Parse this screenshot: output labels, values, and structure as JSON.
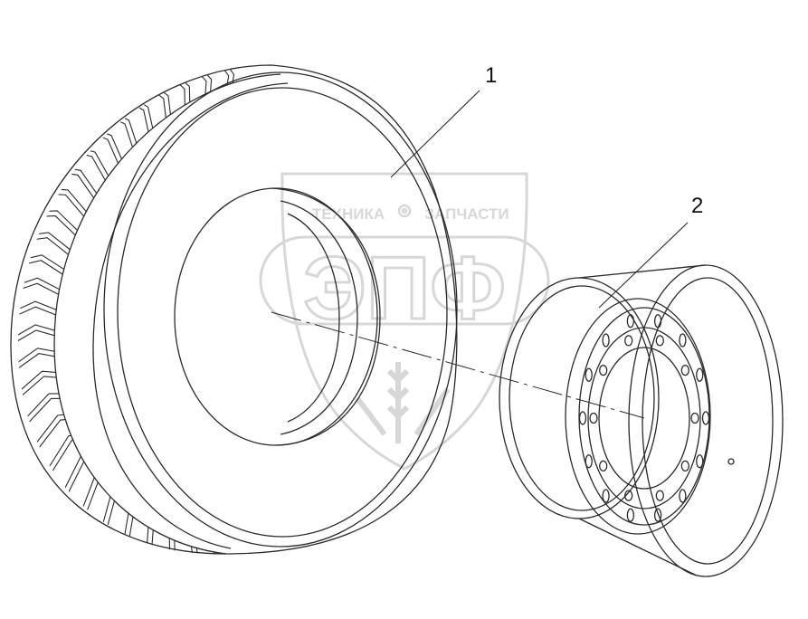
{
  "callouts": {
    "tire": "1",
    "rim": "2"
  },
  "watermark": {
    "top_left": "ТЕХНИКА",
    "top_right": "ЗАПЧАСТИ",
    "logo": "ЭПФ",
    "color": "#d7d7d7"
  },
  "colors": {
    "line": "#2a2a2a",
    "background": "#ffffff"
  },
  "icons": {
    "watermark_gear": "gear-icon",
    "watermark_wheat": "wheat-icon"
  }
}
